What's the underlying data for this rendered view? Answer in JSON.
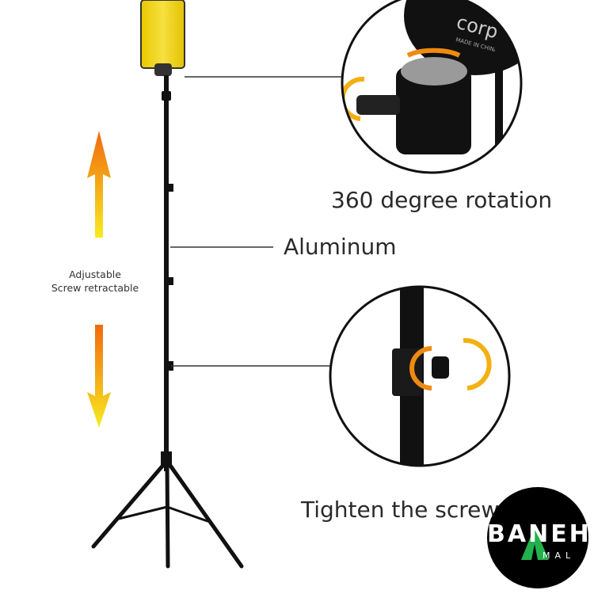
{
  "labels": {
    "rotation": "360 degree rotation",
    "material": "Aluminum",
    "tighten": "Tighten the screw",
    "adjustable_line1": "Adjustable",
    "adjustable_line2": "Screw retractable"
  },
  "detail_circle_top": {
    "brand_text": "corp",
    "made_in": "MADE IN CHINA"
  },
  "logo": {
    "text_main": "BANEH",
    "text_sub": "MAL",
    "accent": "#22b14c"
  },
  "colors": {
    "panel": "#f5d90a",
    "arrow_top": "#f07a12",
    "arrow_bottom": "#f5e21a",
    "stand": "#111111"
  }
}
